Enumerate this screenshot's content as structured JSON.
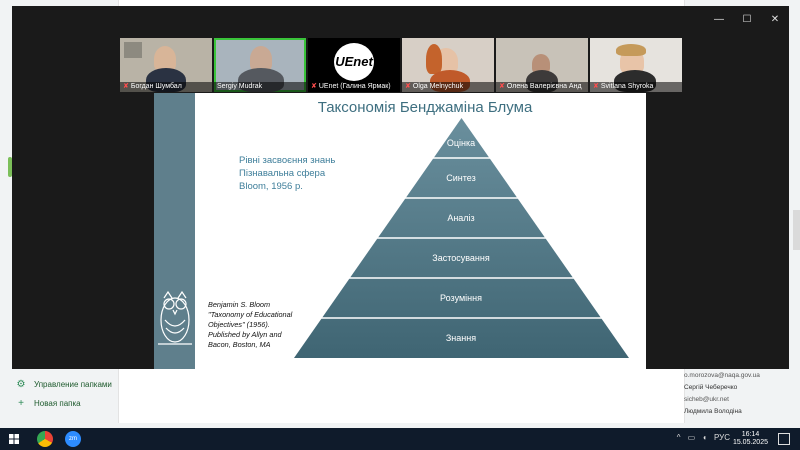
{
  "background": {
    "left_items": [
      {
        "icon": "gear-icon",
        "label": "Управление папками"
      },
      {
        "icon": "plus-icon",
        "label": "Новая папка"
      }
    ],
    "contacts": [
      "o.morozova@naqa.gov.ua",
      "Сергій Чеберечко",
      "sicheb@ukr.net",
      "Людмила Володіна"
    ]
  },
  "zoom": {
    "participants": [
      {
        "name": "Богдан Шумбал",
        "muted": true,
        "active": false
      },
      {
        "name": "Sergiy Mudrak",
        "muted": false,
        "active": true
      },
      {
        "name": "UEnet (Галина Ярмак)",
        "muted": true,
        "active": false
      },
      {
        "name": "Olga Melnychuk",
        "muted": true,
        "active": false
      },
      {
        "name": "Олена Валерієвна Анд",
        "muted": true,
        "active": false
      },
      {
        "name": "Svitlana Shyrokа",
        "muted": true,
        "active": false
      }
    ],
    "uenet_logo": "UEnet"
  },
  "slide": {
    "title": "Таксономія Бенджаміна Блума",
    "lead": [
      "Рівні засвоєння знань",
      "Пізнавальна сфера",
      "Bloom, 1956 р."
    ],
    "levels": [
      "Оцінка",
      "Синтез",
      "Аналіз",
      "Застосування",
      "Розуміння",
      "Знання"
    ],
    "citation": [
      "Benjamin S. Bloom",
      "\"Taxonomy of Educational",
      "Objectives\" (1956).",
      "Published by Allyn and",
      "Bacon, Boston, MA"
    ],
    "colors": {
      "sidebar": "#5f7f8c",
      "pyramid": "#4f7583",
      "title": "#3e6f80"
    }
  },
  "taskbar": {
    "time": "16:14",
    "date": "15.05.2025",
    "language": "РУС"
  }
}
